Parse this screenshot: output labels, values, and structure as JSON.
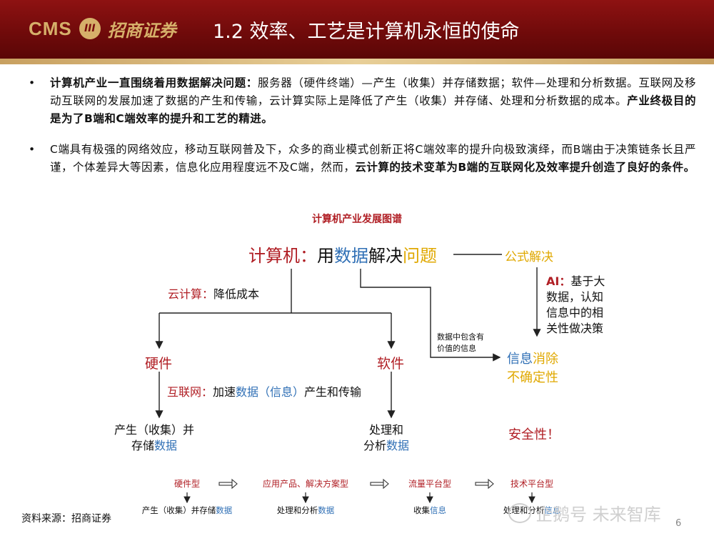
{
  "header": {
    "logo_cms": "CMS",
    "logo_mark": "III",
    "logo_cn": "招商证券",
    "title": "1.2 效率、工艺是计算机永恒的使命"
  },
  "bullets": [
    {
      "bold1": "计算机产业一直围绕着用数据解决问题：",
      "text1": "服务器（硬件终端）—产生（收集）并存储数据；软件—处理和分析数据。互联网及移动互联网的发展加速了数据的产生和传输，云计算实际上是降低了产生（收集）并存储、处理和分析数据的成本。",
      "bold2": "产业终极目的是为了B端和C端效率的提升和工艺的精进。"
    },
    {
      "text1": "C端具有极强的网络效应，移动互联网普及下，众多的商业模式创新正将C端效率的提升向极致演绎，而B端由于决策链条长且严谨，个体差异大等因素，信息化应用程度远不及C端，然而，",
      "bold1": "云计算的技术变革为B端的互联网化及效率提升创造了良好的条件。"
    }
  ],
  "diagram": {
    "title": "计算机产业发展图谱",
    "main": {
      "p1": "计算机：",
      "p2": "用",
      "p3": "数据",
      "p4": "解决",
      "p5": "问题"
    },
    "formula": "公式解决",
    "cloud_label": "云计算：",
    "cloud_text": "降低成本",
    "hardware": "硬件",
    "software": "软件",
    "internet_label": "互联网：",
    "internet_text1": "加速",
    "internet_data": "数据（信息）",
    "internet_text2": "产生和传输",
    "hw_out_1": "产生（收集）并",
    "hw_out_2a": "存储",
    "hw_out_2b": "数据",
    "sw_out_1": "处理和",
    "sw_out_2a": "分析",
    "sw_out_2b": "数据",
    "data_info_1": "数据中包含有",
    "data_info_2": "价值的信息",
    "ai_label": "AI：",
    "ai_lines": [
      "基于大",
      "数据，认知",
      "信息中的相",
      "关性做决策"
    ],
    "info_a": "信息",
    "info_b": "消除",
    "info_c": "不确定性",
    "security": "安全性！",
    "stages": [
      {
        "label": "硬件型",
        "desc_a": "产生（收集）并存储",
        "desc_b": "数据"
      },
      {
        "label": "应用产品、解决方案型",
        "desc_a": "处理和分析",
        "desc_b": "数据"
      },
      {
        "label": "流量平台型",
        "desc_a": "收集",
        "desc_b": "信息"
      },
      {
        "label": "技术平台型",
        "desc_a": "处理和分析",
        "desc_b": "信息"
      }
    ]
  },
  "footer": {
    "source": "资料来源：招商证券",
    "watermark": "企鹅号 未来智库",
    "page": "6"
  },
  "colors": {
    "brand_red": "#8e1212",
    "gold": "#d6b06a",
    "label_red": "#b01e24",
    "data_blue": "#2f6fb5",
    "highlight_yellow": "#e0a800"
  }
}
